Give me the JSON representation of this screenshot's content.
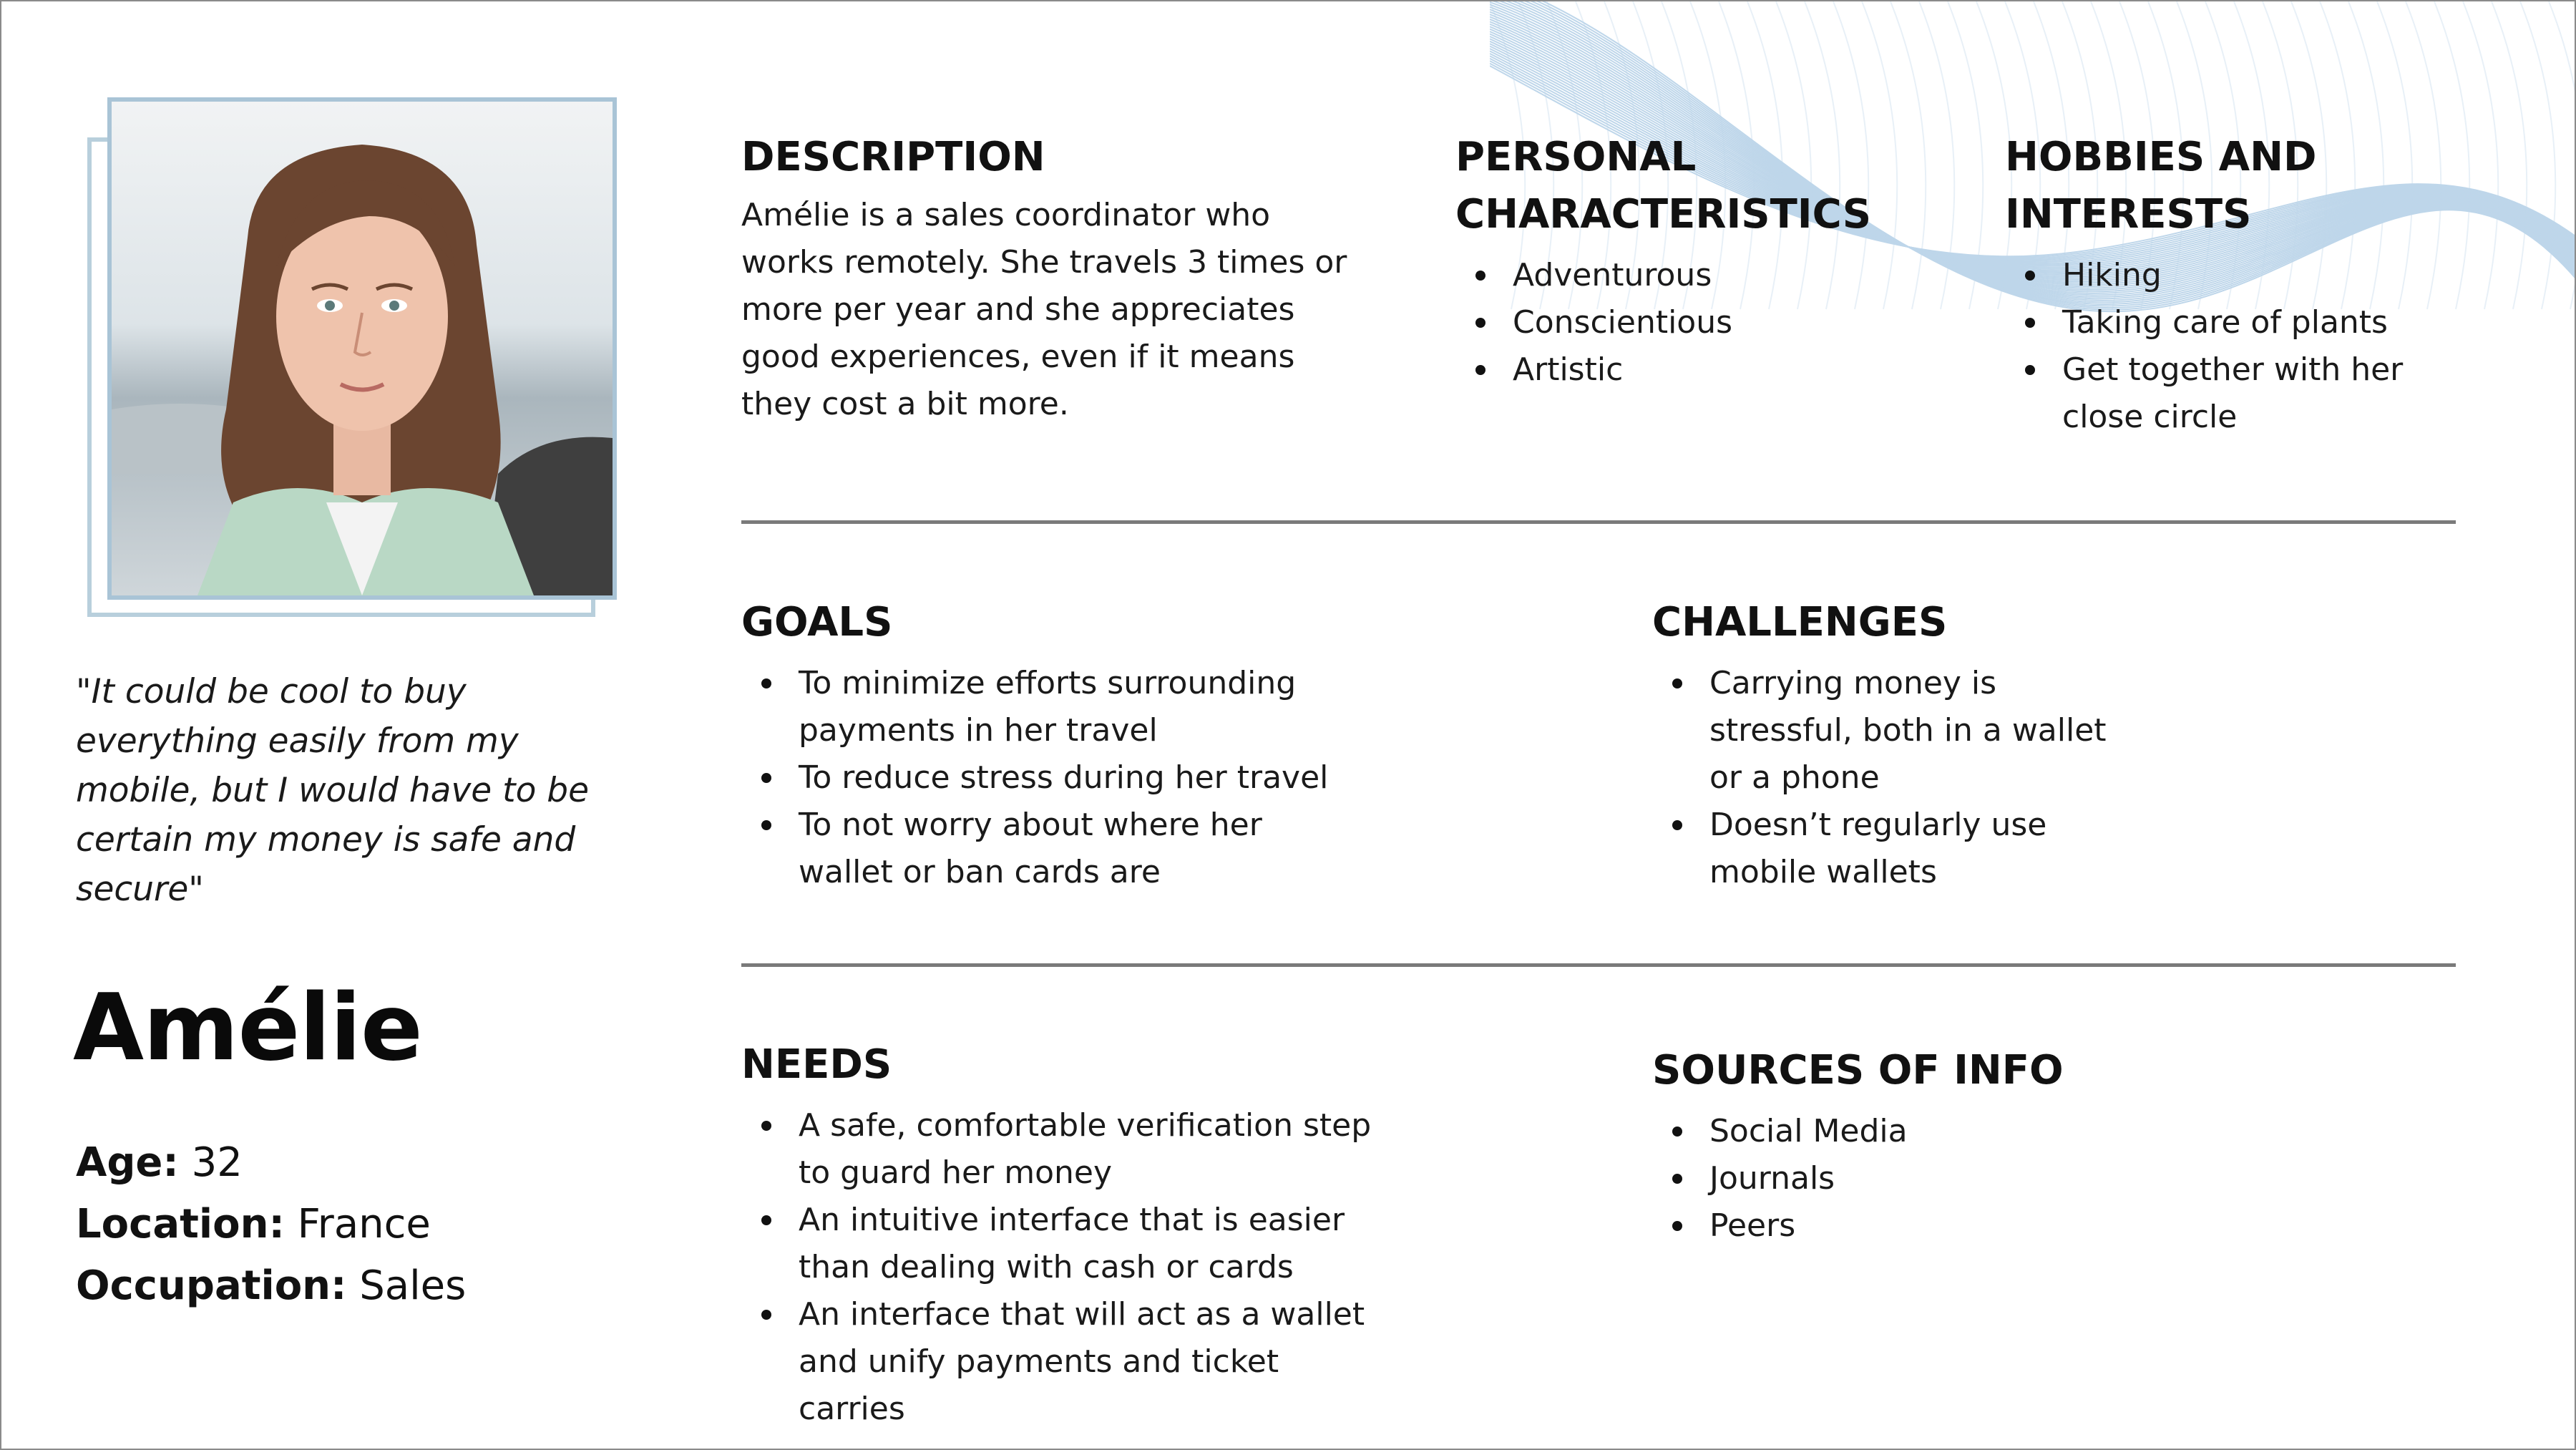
{
  "persona": {
    "quote": "\"It could be cool to buy everything easily from my mobile, but I would have to be certain my money is safe and secure\"",
    "name": "Amélie",
    "age_label": "Age:",
    "age_value": "32",
    "location_label": "Location:",
    "location_value": "France",
    "occupation_label": "Occupation:",
    "occupation_value": "Sales"
  },
  "sections": {
    "description": {
      "title": "DESCRIPTION",
      "text": "Amélie is a sales coordinator who works remotely. She travels 3 times or more per year and she appreciates good experiences, even if it means they cost a bit more."
    },
    "personal": {
      "title_line1": "PERSONAL",
      "title_line2": "CHARACTERISTICS",
      "items": [
        "Adventurous",
        "Conscientious",
        "Artistic"
      ]
    },
    "hobbies": {
      "title_line1": "HOBBIES AND",
      "title_line2": "INTERESTS",
      "items": [
        "Hiking",
        "Taking care of plants",
        "Get together with her close circle"
      ]
    },
    "goals": {
      "title": "GOALS",
      "items": [
        "To minimize efforts surrounding payments in her travel",
        "To reduce stress during her travel",
        "To not worry about where her wallet or ban cards are"
      ]
    },
    "challenges": {
      "title": "CHALLENGES",
      "items": [
        "Carrying money is stressful, both in a wallet or a phone",
        "Doesn’t regularly use mobile wallets"
      ]
    },
    "needs": {
      "title": "NEEDS",
      "items": [
        "A safe, comfortable verification step to guard her money",
        "An intuitive interface that is easier than dealing with cash or cards",
        "An interface that will act as a wallet and unify payments and ticket carries"
      ]
    },
    "sources": {
      "title": "SOURCES OF INFO",
      "items": [
        "Social Media",
        "Journals",
        "Peers"
      ]
    }
  },
  "colors": {
    "photo_frame": "#a9c4d6",
    "divider": "#7a7a7a",
    "wave": "#a9c9e3"
  }
}
